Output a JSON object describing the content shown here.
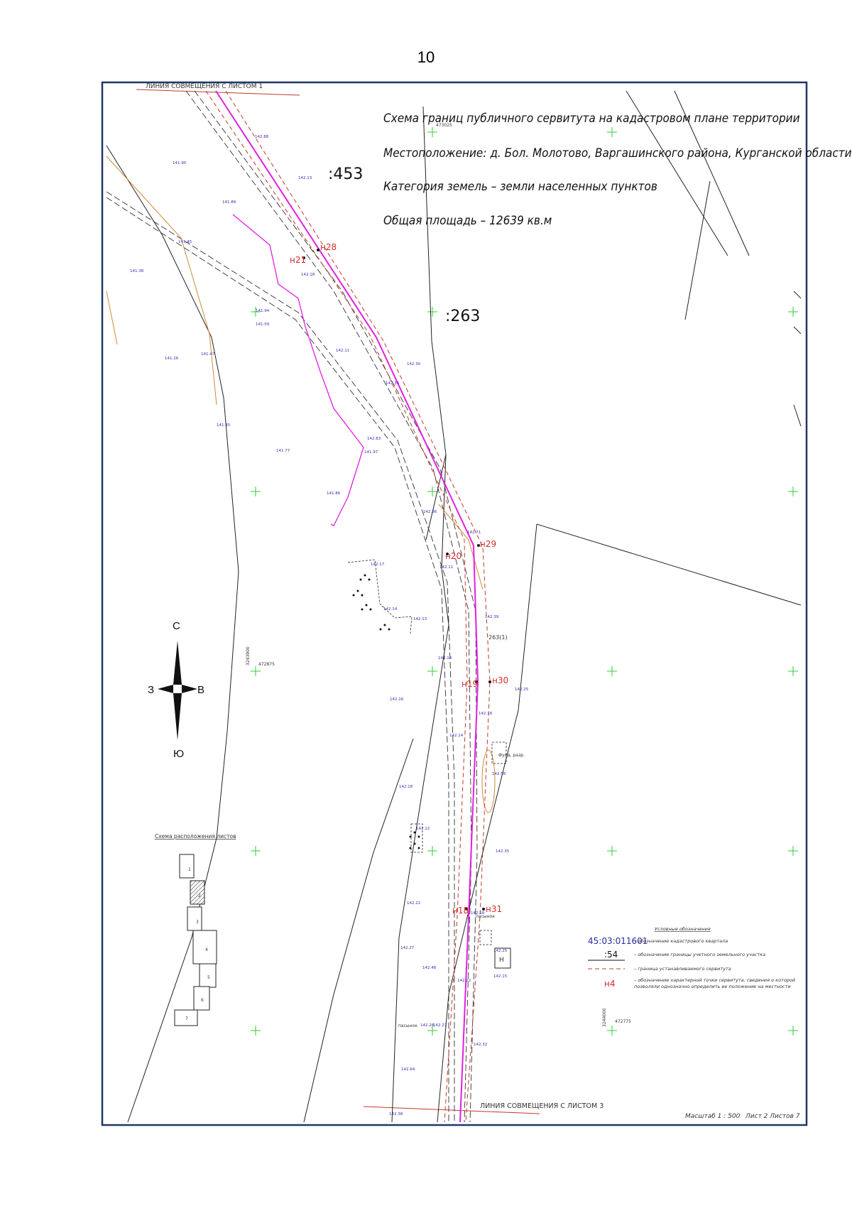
{
  "page_number": "10",
  "title": {
    "line1": "Схема границ публичного сервитута на кадастровом плане территории",
    "line2": "Местоположение: д. Бол. Молотово, Варгашинского района, Курганской области",
    "line3": "Категория земель – земли населенных пунктов",
    "line4": "Общая площадь – 12639 кв.м"
  },
  "edge_labels": {
    "top": "ЛИНИЯ СОВМЕЩЕНИЯ С ЛИСТОМ 1",
    "bottom": "ЛИНИЯ СОВМЕЩЕНИЯ С ЛИСТОМ 3"
  },
  "parcels": {
    "p453": ":453",
    "p263": ":263",
    "p263_1": "263(1)"
  },
  "points": [
    "н28",
    "н21",
    "н20",
    "н29",
    "н19",
    "н30",
    "н18",
    "н31"
  ],
  "elevations": [
    "141.90",
    "142.88",
    "142.13",
    "141.89",
    "141.45",
    "141.38",
    "142.18",
    "141.94",
    "141.59",
    "142.11",
    "141.26",
    "141.47",
    "142.30",
    "142.36",
    "141.45",
    "142.83",
    "141.77",
    "141.97",
    "141.86",
    "142.36",
    "142.71",
    "142.11",
    "142.17",
    "142.14",
    "142.13",
    "142.39",
    "142.14",
    "142.25",
    "142.16",
    "142.16",
    "142.14",
    "142.58",
    "142.18",
    "142.12",
    "142.35",
    "142.22",
    "142.18",
    "142.25",
    "142.27",
    "142.15",
    "142.48",
    "142.22",
    "142.28",
    "142.27",
    "142.32",
    "142.64",
    "142.38"
  ],
  "coords": {
    "top": "473025",
    "left_x": "472875",
    "left_y": "3243900",
    "right_x": "472775",
    "right_y": "3244000"
  },
  "misc_labels": {
    "found": "Фунд. разр.",
    "pasynok1": "пасынок",
    "pasynok2": "пасынок",
    "house": "Н"
  },
  "compass": {
    "n": "С",
    "s": "Ю",
    "w": "З",
    "e": "В"
  },
  "sheet_scheme": {
    "title": "Схема расположения листов",
    "sheets": [
      "1",
      "2",
      "3",
      "4",
      "5",
      "6",
      "7"
    ]
  },
  "legend": {
    "title": "Условные обозначения",
    "items": [
      {
        "symbol": "45:03:011601",
        "text": "– обозначение кадастрового квартала"
      },
      {
        "symbol": ":54",
        "text": "– обозначение границы учетного земельного участка"
      },
      {
        "symbol": "",
        "text": "– граница устанавливаемого сервитута"
      },
      {
        "symbol": "н4",
        "text": "– обозначение характерной точки сервитута, сведения о которой"
      },
      {
        "symbol": "",
        "text": "позволяли однозначно определить ее положение на местности"
      }
    ]
  },
  "footer": {
    "scale": "Масштаб 1 : 500",
    "sheet": "Лист 2 Листов 7"
  },
  "colors": {
    "frame": "#1f3864",
    "servitude": "#e020e0",
    "boundary_red": "#c0392b",
    "orange": "#d08a30",
    "grid_cross": "#33cc33",
    "elev_text": "#3a2bb0"
  }
}
